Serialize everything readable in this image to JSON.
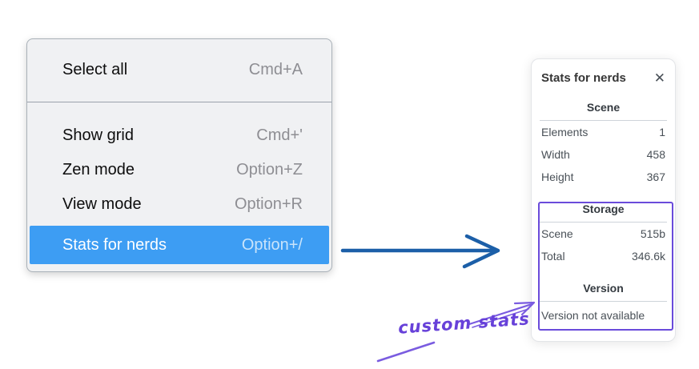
{
  "colors": {
    "menu_highlight": "#3d9df3",
    "arrow_blue": "#1c5fa8",
    "annotation_purple": "#6741d9"
  },
  "context_menu": {
    "groups": [
      {
        "items": [
          {
            "label": "Select all",
            "shortcut": "Cmd+A"
          }
        ]
      },
      {
        "items": [
          {
            "label": "Show grid",
            "shortcut": "Cmd+'"
          },
          {
            "label": "Zen mode",
            "shortcut": "Option+Z"
          },
          {
            "label": "View mode",
            "shortcut": "Option+R"
          },
          {
            "label": "Stats for nerds",
            "shortcut": "Option+/"
          }
        ]
      }
    ]
  },
  "stats_panel": {
    "title": "Stats for nerds",
    "close_icon": "✕",
    "sections": [
      {
        "heading": "Scene",
        "rows": [
          {
            "label": "Elements",
            "value": "1"
          },
          {
            "label": "Width",
            "value": "458"
          },
          {
            "label": "Height",
            "value": "367"
          }
        ]
      },
      {
        "heading": "Storage",
        "rows": [
          {
            "label": "Scene",
            "value": "515b"
          },
          {
            "label": "Total",
            "value": "346.6k"
          }
        ]
      },
      {
        "heading": "Version",
        "message": "Version not available"
      }
    ]
  },
  "annotation": {
    "label": "custom stats"
  }
}
